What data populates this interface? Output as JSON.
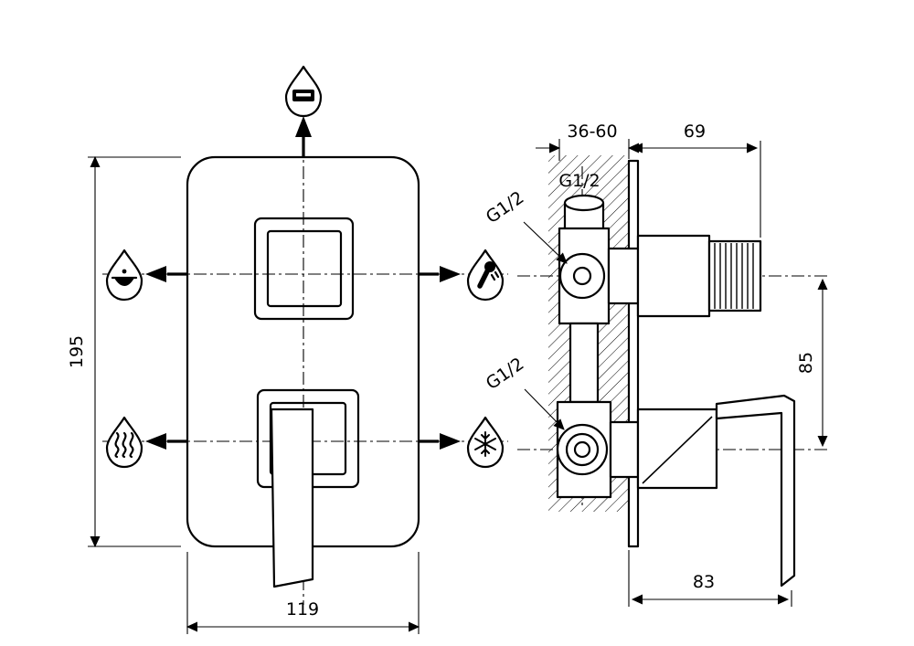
{
  "title": "concealed-shower-mixer-technical-drawing",
  "colors": {
    "line": "#000000",
    "background": "#ffffff"
  },
  "front_view": {
    "height_dim": "195",
    "width_dim": "119",
    "icons": {
      "top": "overhead-shower-droplet",
      "left_top": "bath-spout-droplet",
      "left_bottom": "water-waves-droplet",
      "right_top": "hand-shower-droplet",
      "right_bottom": "snowflake-droplet"
    }
  },
  "side_view": {
    "wall_depth_dim": "36-60",
    "knob_depth_dim": "69",
    "port_spacing_dim": "85",
    "lever_length_dim": "83",
    "thread_top_label": "G1/2",
    "thread_upper_label": "G1/2",
    "thread_lower_label": "G1/2"
  }
}
